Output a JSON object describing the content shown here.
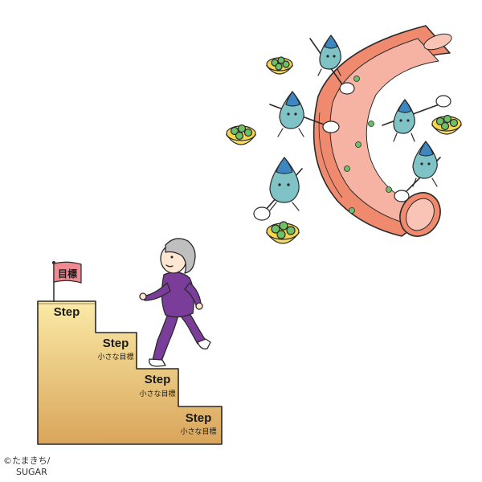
{
  "illustration": {
    "goal_flag_text": "目標",
    "steps": [
      {
        "title": "Step",
        "subtitle": ""
      },
      {
        "title": "Step",
        "subtitle": "小さな目標"
      },
      {
        "title": "Step",
        "subtitle": "小さな目標"
      },
      {
        "title": "Step",
        "subtitle": "小さな目標"
      }
    ],
    "credit_line1": "©たまきち/",
    "credit_line2": "SUGAR"
  },
  "colors": {
    "stair_top": "#fbeaa6",
    "stair_bottom": "#d9a55b",
    "flag": "#ee8a92",
    "tracksuit": "#7a3d99",
    "vessel_outer": "#f08a6e",
    "vessel_inner": "#f6b3a3",
    "drop_body": "#7fc3c6",
    "drop_cap": "#3d86bf",
    "bowl": "#f7d64e",
    "beans": "#6cc067"
  },
  "icons": [
    "goal-flag-icon",
    "old-woman-figure",
    "blood-vessel-icon",
    "water-drop-character",
    "bean-bowl-icon"
  ]
}
